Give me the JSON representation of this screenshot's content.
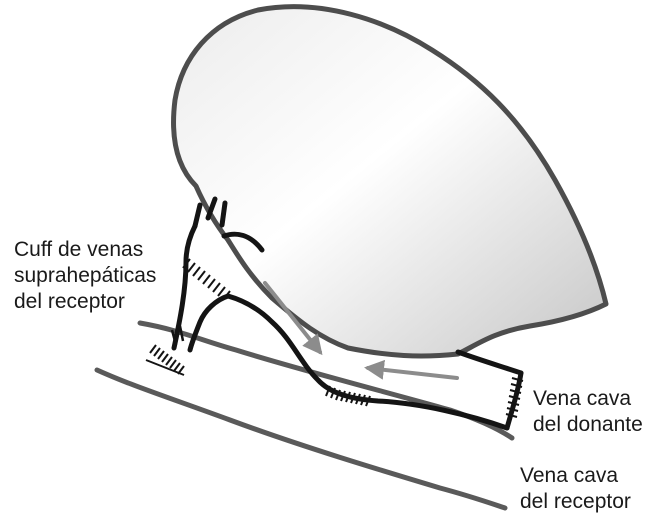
{
  "labels": {
    "recipient_cuff": {
      "line1": "Cuff de venas",
      "line2": "suprahepáticas",
      "line3": "del receptor"
    },
    "donor_cava": {
      "line1": "Vena cava",
      "line2": "del donante"
    },
    "recipient_cava": {
      "line1": "Vena cava",
      "line2": "del receptor"
    }
  },
  "colors": {
    "liver_fill": "#d4d4d4",
    "liver_outline": "#4d4d4d",
    "donor_vessel": "#141414",
    "recipient_vessel": "#5a5a5a",
    "flow_arrow": "#8c8c8c"
  }
}
